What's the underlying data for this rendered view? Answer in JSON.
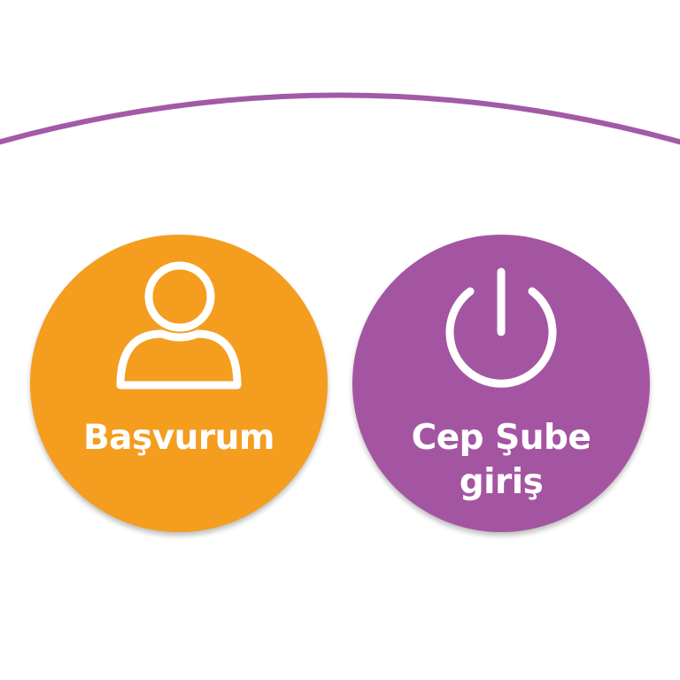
{
  "colors": {
    "background": "#ffffff",
    "arc": "#a35aa6",
    "basvuru": "#f49d1f",
    "cep_sube": "#a455a2",
    "foreground": "#ffffff"
  },
  "buttons": {
    "basvuru": {
      "label": "Başvurum",
      "icon": "user-icon"
    },
    "cep_sube": {
      "label_line1": "Cep Şube",
      "label_line2": "giriş",
      "icon": "power-icon"
    }
  }
}
